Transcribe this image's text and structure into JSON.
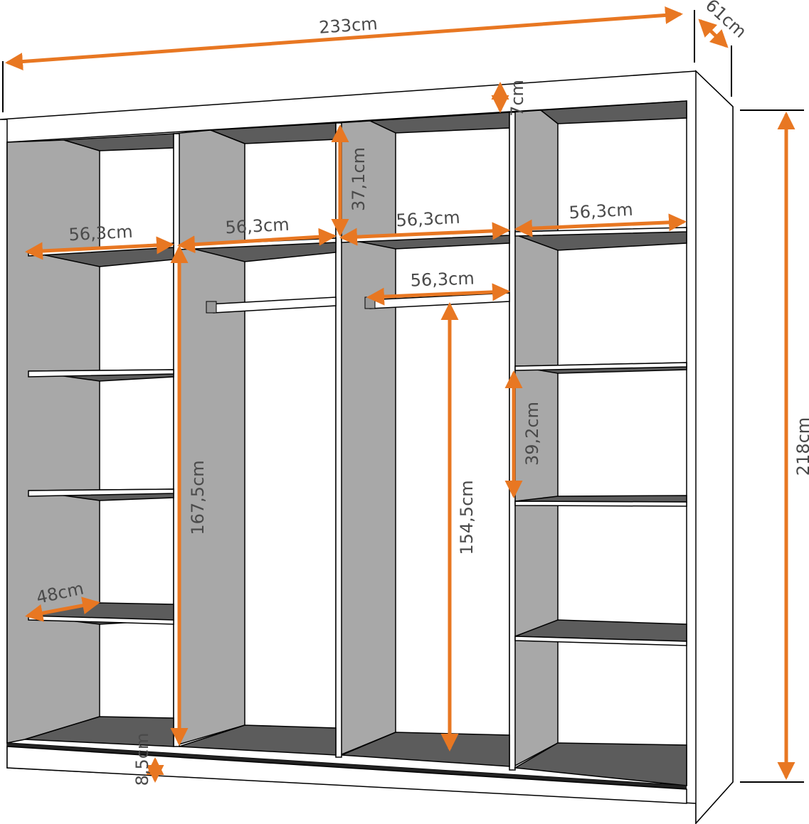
{
  "dimensions": {
    "width": "233cm",
    "depth": "61cm",
    "height": "218cm",
    "top_gap": "7cm",
    "top_shelf": "37,1cm",
    "shelf_width_1": "56,3cm",
    "shelf_width_2": "56,3cm",
    "shelf_width_3": "56,3cm",
    "shelf_width_4": "56,3cm",
    "rail_width": "56,3cm",
    "left_hang": "167,5cm",
    "center_hang": "154,5cm",
    "right_shelf_gap": "39,2cm",
    "shelf_depth": "48cm",
    "plinth": "8,5cm"
  },
  "colors": {
    "dimension_line": "#e87722",
    "side_panel": "#a8a8a8",
    "shadow": "#5c5c5c",
    "label": "#4a4a4a"
  }
}
